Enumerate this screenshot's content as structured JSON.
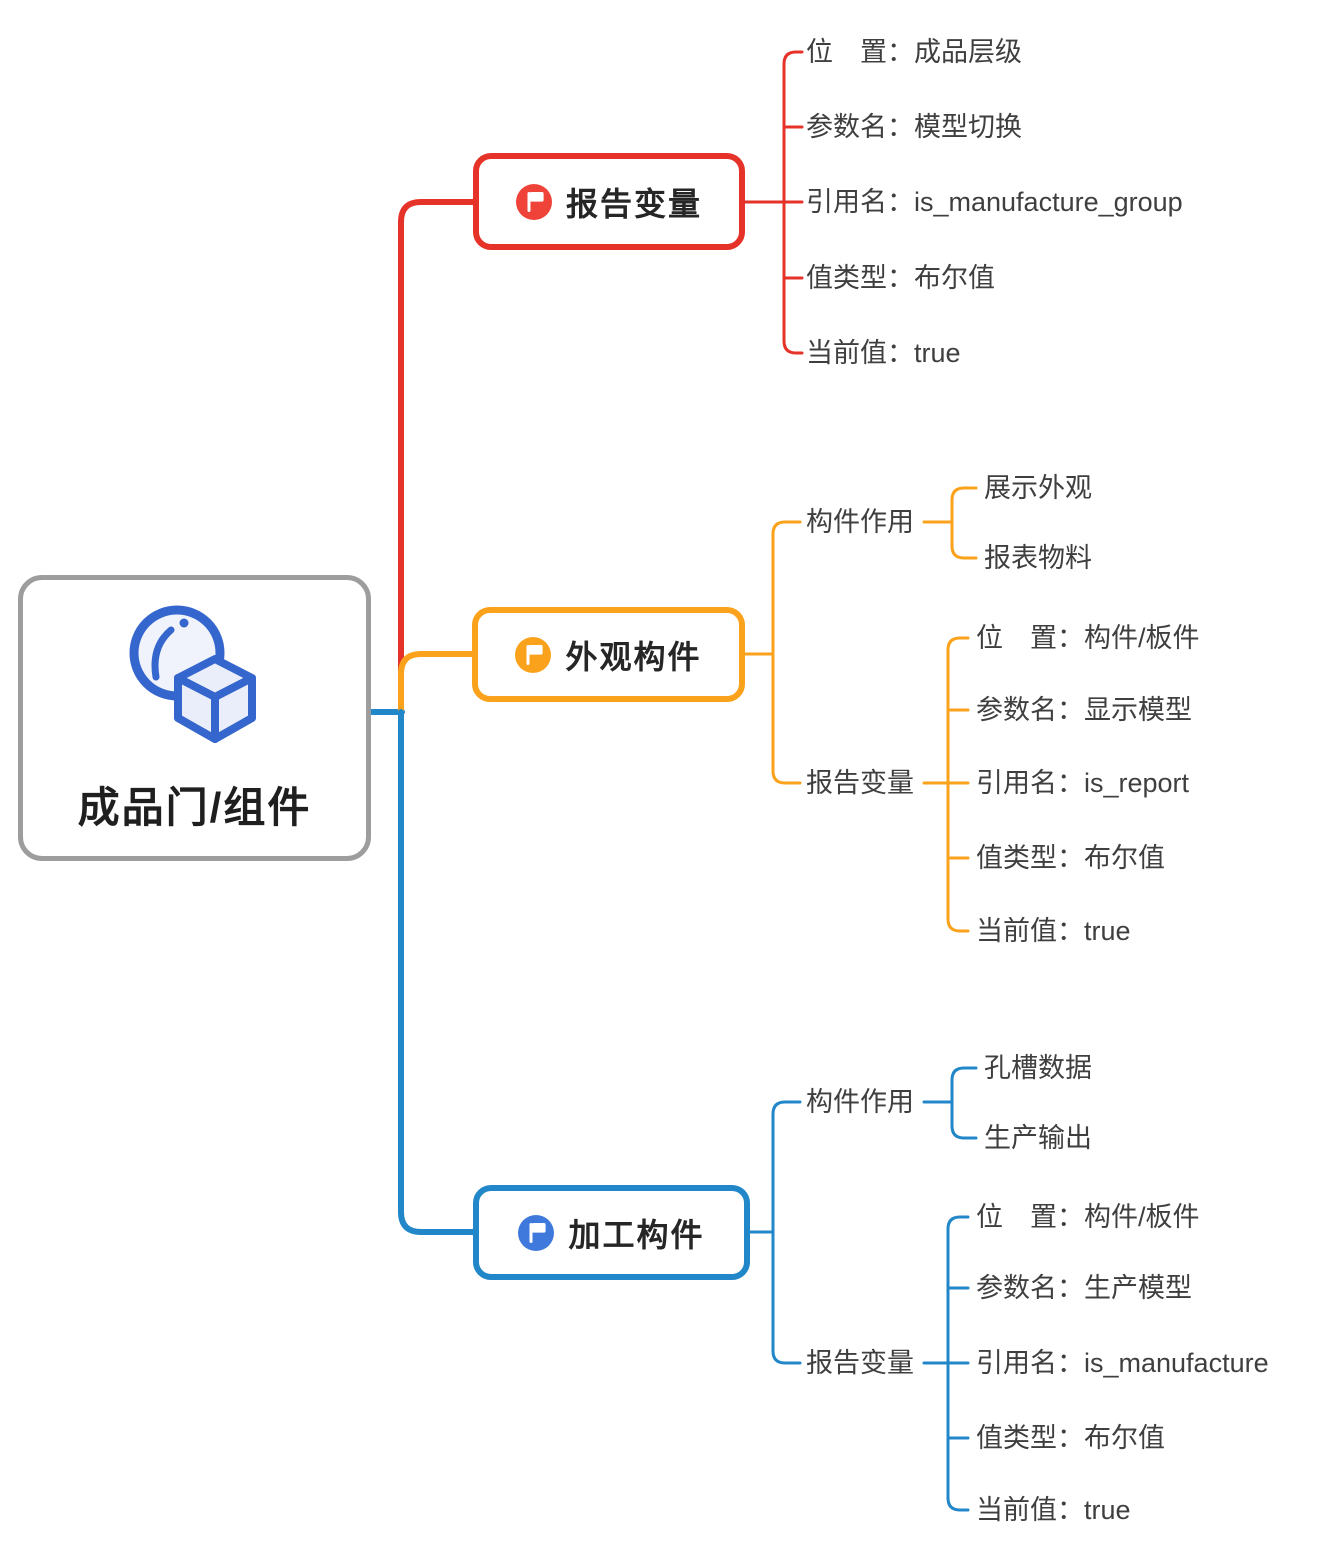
{
  "root": {
    "label": "成品门/组件",
    "icon": "sphere-cube-icon"
  },
  "colors": {
    "branch_red": "#E6332A",
    "branch_orange": "#FAA21B",
    "branch_blue": "#2187C8",
    "root_border_gray": "#9D9D9D",
    "flag_icon_red": "#EF4238",
    "flag_icon_orange": "#FAA21B",
    "flag_icon_blue": "#3E79DB",
    "root_icon_blue": "#3566CD",
    "leaf_text": "#3F3F3F"
  },
  "branches": [
    {
      "id": "report-variable",
      "label": "报告变量",
      "color": "#E6332A",
      "icon": "flag-icon",
      "leaves": [
        "位　置：成品层级",
        "参数名：模型切换",
        "引用名：is_manufacture_group",
        "值类型：布尔值",
        "当前值：true"
      ]
    },
    {
      "id": "appearance-component",
      "label": "外观构件",
      "color": "#FAA21B",
      "icon": "flag-icon",
      "groups": [
        {
          "label": "构件作用",
          "leaves": [
            "展示外观",
            "报表物料"
          ]
        },
        {
          "label": "报告变量",
          "leaves": [
            "位　置：构件/板件",
            "参数名：显示模型",
            "引用名：is_report",
            "值类型：布尔值",
            "当前值：true"
          ]
        }
      ]
    },
    {
      "id": "processing-component",
      "label": "加工构件",
      "color": "#2187C8",
      "icon": "flag-icon",
      "groups": [
        {
          "label": "构件作用",
          "leaves": [
            "孔槽数据",
            "生产输出"
          ]
        },
        {
          "label": "报告变量",
          "leaves": [
            "位　置：构件/板件",
            "参数名：生产模型",
            "引用名：is_manufacture",
            "值类型：布尔值",
            "当前值：true"
          ]
        }
      ]
    }
  ]
}
